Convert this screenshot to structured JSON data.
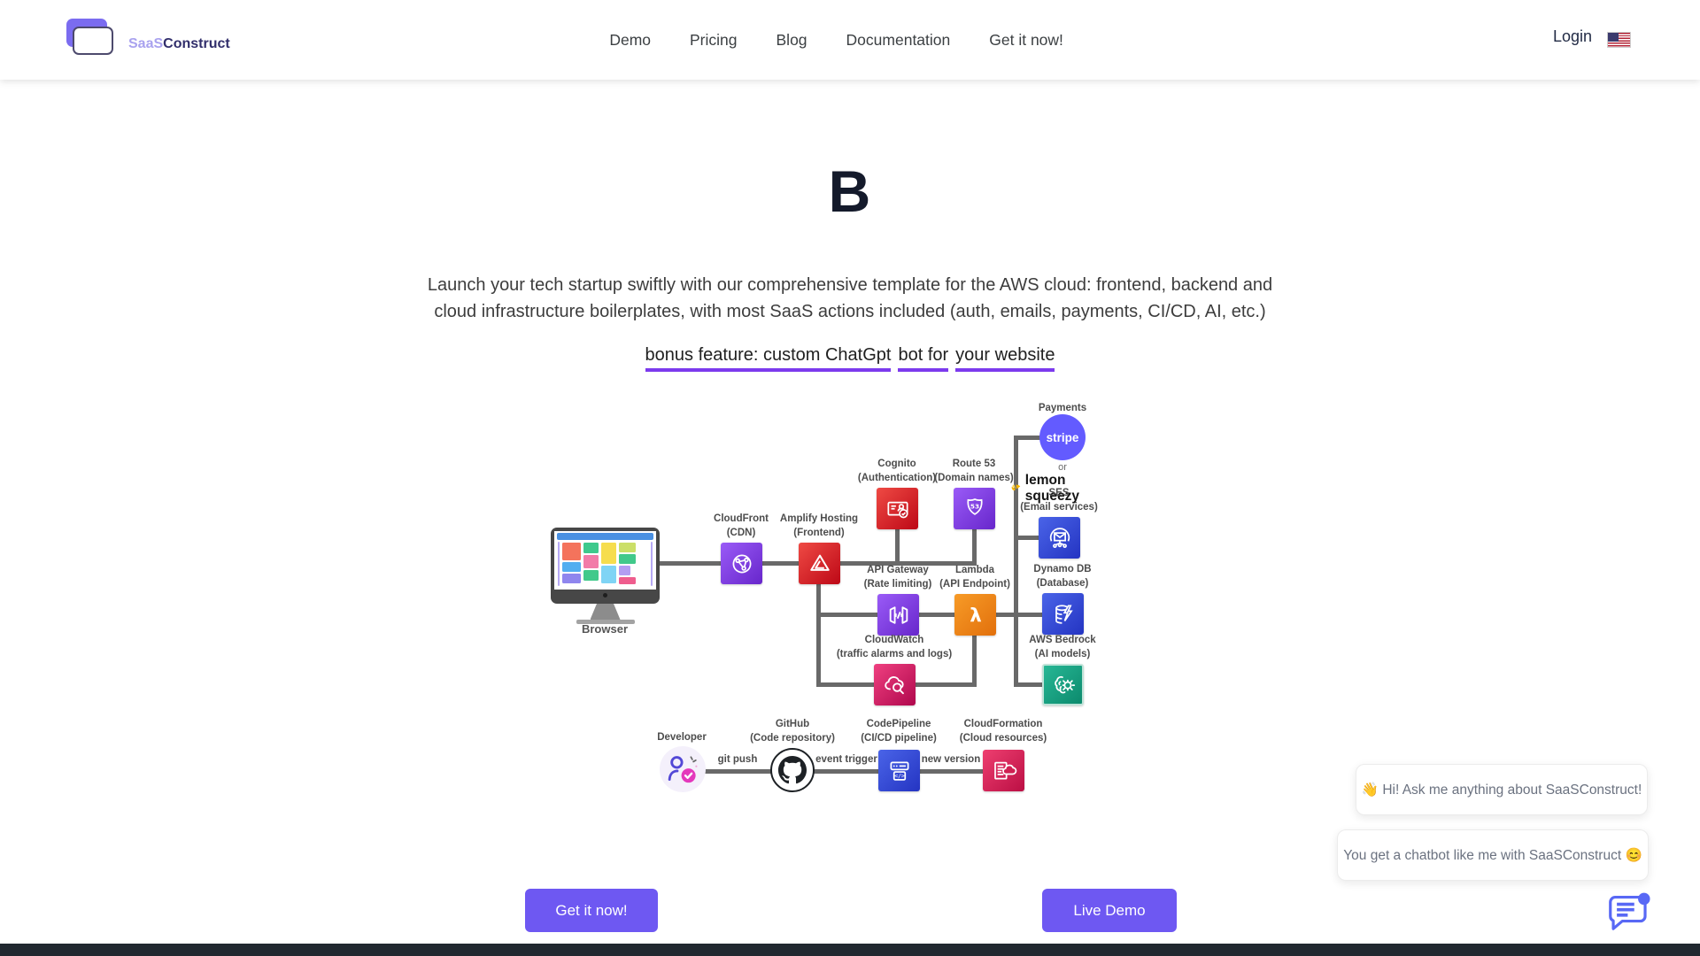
{
  "header": {
    "brand": {
      "light": "SaaS",
      "bold": "Construct"
    },
    "nav": {
      "demo": "Demo",
      "pricing": "Pricing",
      "blog": "Blog",
      "documentation": "Documentation",
      "get_it_now": "Get it now!"
    },
    "login": "Login"
  },
  "hero": {
    "typed": "B",
    "line1": "Launch your tech startup swiftly with our comprehensive template for the AWS cloud: frontend, backend and",
    "line2": "cloud infrastructure boilerplates, with most SaaS actions included (auth, emails, payments, CI/CD, AI, etc.)",
    "bonus_seg1": "bonus feature: custom ChatGpt",
    "bonus_seg2": "bot for",
    "bonus_seg3": "your website"
  },
  "diagram": {
    "payments": {
      "label": "Payments",
      "stripe": "stripe",
      "or": "or",
      "lemon": "lemon squeezy"
    },
    "browser": {
      "label": "Browser"
    },
    "cloudfront": {
      "name": "CloudFront",
      "sub": "(CDN)"
    },
    "amplify": {
      "name": "Amplify Hosting",
      "sub": "(Frontend)"
    },
    "cognito": {
      "name": "Cognito",
      "sub": "(Authentication)"
    },
    "route53": {
      "name": "Route 53",
      "sub": "(Domain names)",
      "badge": "53"
    },
    "apigateway": {
      "name": "API Gateway",
      "sub": "(Rate limiting)"
    },
    "lambda": {
      "name": "Lambda",
      "sub": "(API Endpoint)"
    },
    "ses": {
      "name": "SES",
      "sub": "(Email services)"
    },
    "dynamodb": {
      "name": "Dynamo DB",
      "sub": "(Database)"
    },
    "bedrock": {
      "name": "AWS Bedrock",
      "sub": "(AI models)"
    },
    "cloudwatch": {
      "name": "CloudWatch",
      "sub": "(traffic alarms and logs)"
    },
    "developer": {
      "label": "Developer"
    },
    "github": {
      "name": "GitHub",
      "sub": "(Code repository)"
    },
    "codepipeline": {
      "name": "CodePipeline",
      "sub": "(CI/CD pipeline)"
    },
    "cloudformation": {
      "name": "CloudFormation",
      "sub": "(Cloud resources)"
    },
    "edges": {
      "git_push": "git push",
      "event_trigger": "event trigger",
      "new_version": "new version"
    }
  },
  "chat": {
    "bubble1": "👋 Hi! Ask me anything about SaaSConstruct!",
    "bubble2": "You get a chatbot like me with SaaSConstruct 😊"
  },
  "cta": {
    "get_it_now": "Get it now!",
    "live_demo": "Live Demo"
  },
  "colors": {
    "accent_purple": "#6e58f2",
    "underline_purple": "#7c3aed",
    "stripe_brand": "#635bff",
    "line_gray": "#696969",
    "aws_red": "#dd344c",
    "aws_purple": "#8c4fff",
    "aws_orange": "#ed7100",
    "aws_blue": "#2e5ce6",
    "aws_teal": "#01a88d",
    "aws_pink": "#e7157b",
    "lemon_yellow": "#f7b500"
  }
}
